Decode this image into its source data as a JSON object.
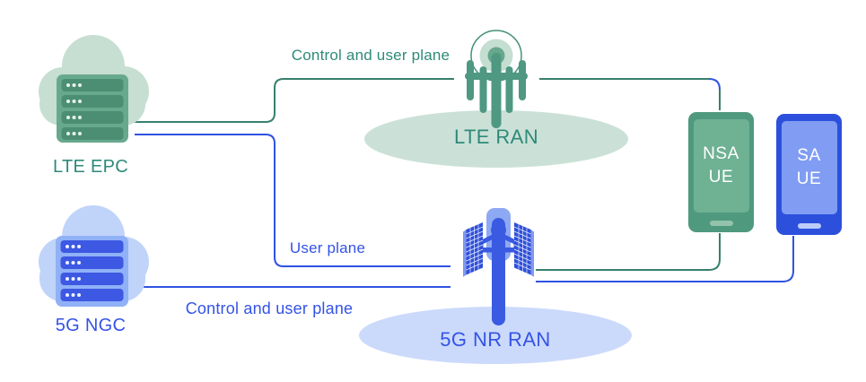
{
  "nodes": {
    "lte_epc": {
      "label": "LTE EPC"
    },
    "five_g_ngc": {
      "label": "5G NGC"
    },
    "lte_ran": {
      "label": "LTE RAN"
    },
    "five_g_nr_ran": {
      "label": "5G NR RAN"
    },
    "nsa_ue": {
      "label": "NSA\nUE"
    },
    "sa_ue": {
      "label": "SA\nUE"
    }
  },
  "links": {
    "epc_to_lte_ran": {
      "label": "Control and user plane",
      "color": "#37806d"
    },
    "epc_to_nr_ran": {
      "label": "User plane",
      "color": "#2f52e2"
    },
    "ngc_to_nr_ran": {
      "label": "Control and user plane",
      "color": "#2f52e2"
    },
    "lte_ran_to_nsa_ue": {
      "color": "#37806d"
    },
    "nr_ran_to_nsa_ue": {
      "color": "#37806d"
    },
    "nr_ran_to_sa_ue": {
      "color": "#2f52e2"
    }
  },
  "icons": {
    "lte_epc": "cloud-server",
    "five_g_ngc": "cloud-server",
    "lte_ran": "lte-antenna-tower",
    "five_g_nr_ran": "nr-antenna-tower",
    "nsa_ue": "smartphone",
    "sa_ue": "smartphone"
  },
  "colors": {
    "background": "#ffffff",
    "lte_accent_text": "#2e8a79",
    "lte_line": "#37806d",
    "lte_icon_main": "#4f9882",
    "lte_icon_light": "#c7ded3",
    "lte_ellipse": "#cbe1d7",
    "nr_accent_text": "#3453e6",
    "nr_line": "#2f52e2",
    "nr_icon_main": "#3b5ae2",
    "nr_icon_light": "#c0d4f9",
    "nr_ellipse": "#cbdafb",
    "nsa_phone_body": "#4f997f",
    "nsa_phone_screen": "#6fb193",
    "sa_phone_body": "#2c50dc",
    "sa_phone_screen": "#809df3"
  }
}
